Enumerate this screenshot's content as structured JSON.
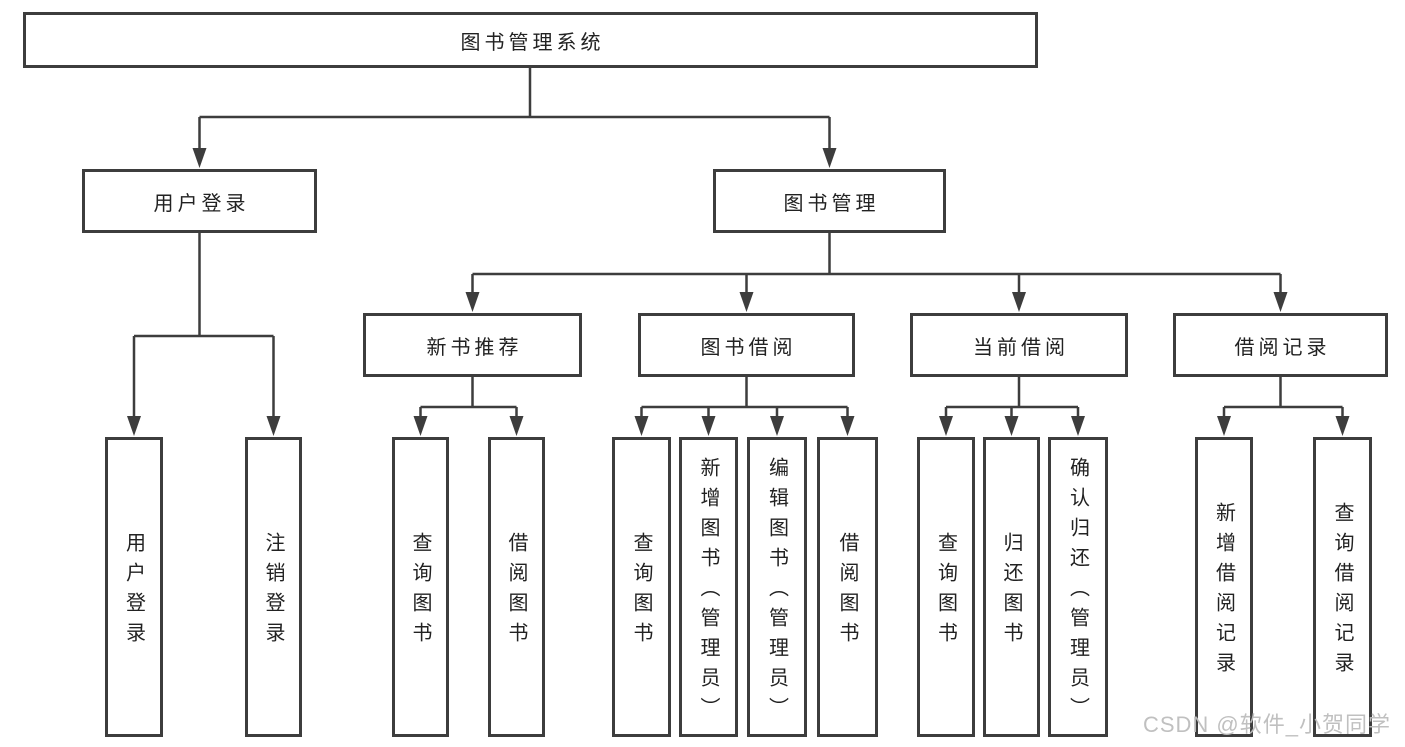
{
  "tree": {
    "label": "图书管理系统",
    "children": [
      {
        "label": "用户登录",
        "children": [
          {
            "label": "用户登录"
          },
          {
            "label": "注销登录"
          }
        ]
      },
      {
        "label": "图书管理",
        "children": [
          {
            "label": "新书推荐",
            "children": [
              {
                "label": "查询图书"
              },
              {
                "label": "借阅图书"
              }
            ]
          },
          {
            "label": "图书借阅",
            "children": [
              {
                "label": "查询图书"
              },
              {
                "label": "新增图书（管理员）"
              },
              {
                "label": "编辑图书（管理员）"
              },
              {
                "label": "借阅图书"
              }
            ]
          },
          {
            "label": "当前借阅",
            "children": [
              {
                "label": "查询图书"
              },
              {
                "label": "归还图书"
              },
              {
                "label": "确认归还（管理员）"
              }
            ]
          },
          {
            "label": "借阅记录",
            "children": [
              {
                "label": "新增借阅记录"
              },
              {
                "label": "查询借阅记录"
              }
            ]
          }
        ]
      }
    ]
  },
  "watermark": {
    "text": "CSDN @软件_小贺同学"
  },
  "colors": {
    "line": "#3d3d3d",
    "text": "#222222",
    "watermark": "#bdbdbd",
    "background": "#ffffff"
  }
}
